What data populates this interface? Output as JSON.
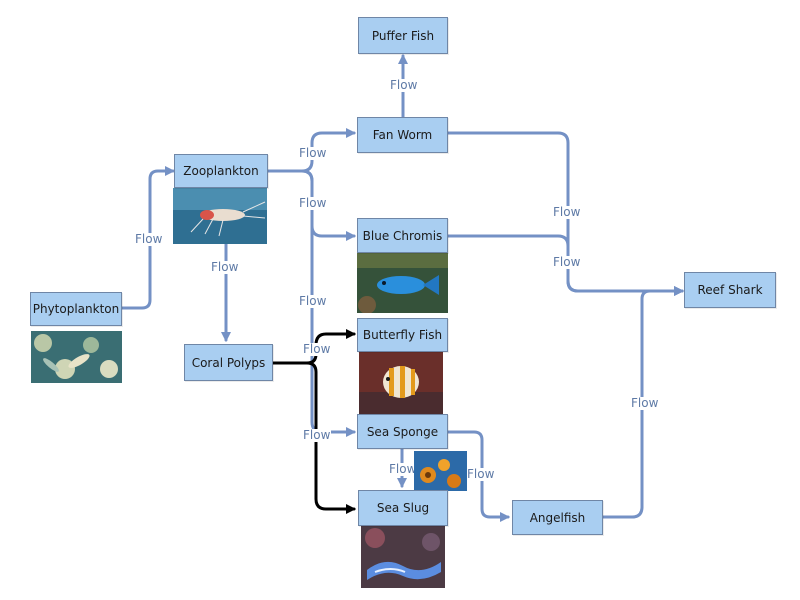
{
  "nodes": {
    "puffer_fish": "Puffer Fish",
    "fan_worm": "Fan Worm",
    "zooplankton": "Zooplankton",
    "blue_chromis": "Blue Chromis",
    "reef_shark": "Reef Shark",
    "phytoplankton": "Phytoplankton",
    "butterfly_fish": "Butterfly Fish",
    "coral_polyps": "Coral Polyps",
    "sea_sponge": "Sea Sponge",
    "sea_slug": "Sea Slug",
    "angelfish": "Angelfish"
  },
  "edge_label": "Flow",
  "colors": {
    "node_fill": "#a9cef1",
    "node_border": "#6f86a6",
    "edge_blue": "#7491c5",
    "edge_black": "#000000",
    "label_text": "#5e7aa6"
  }
}
